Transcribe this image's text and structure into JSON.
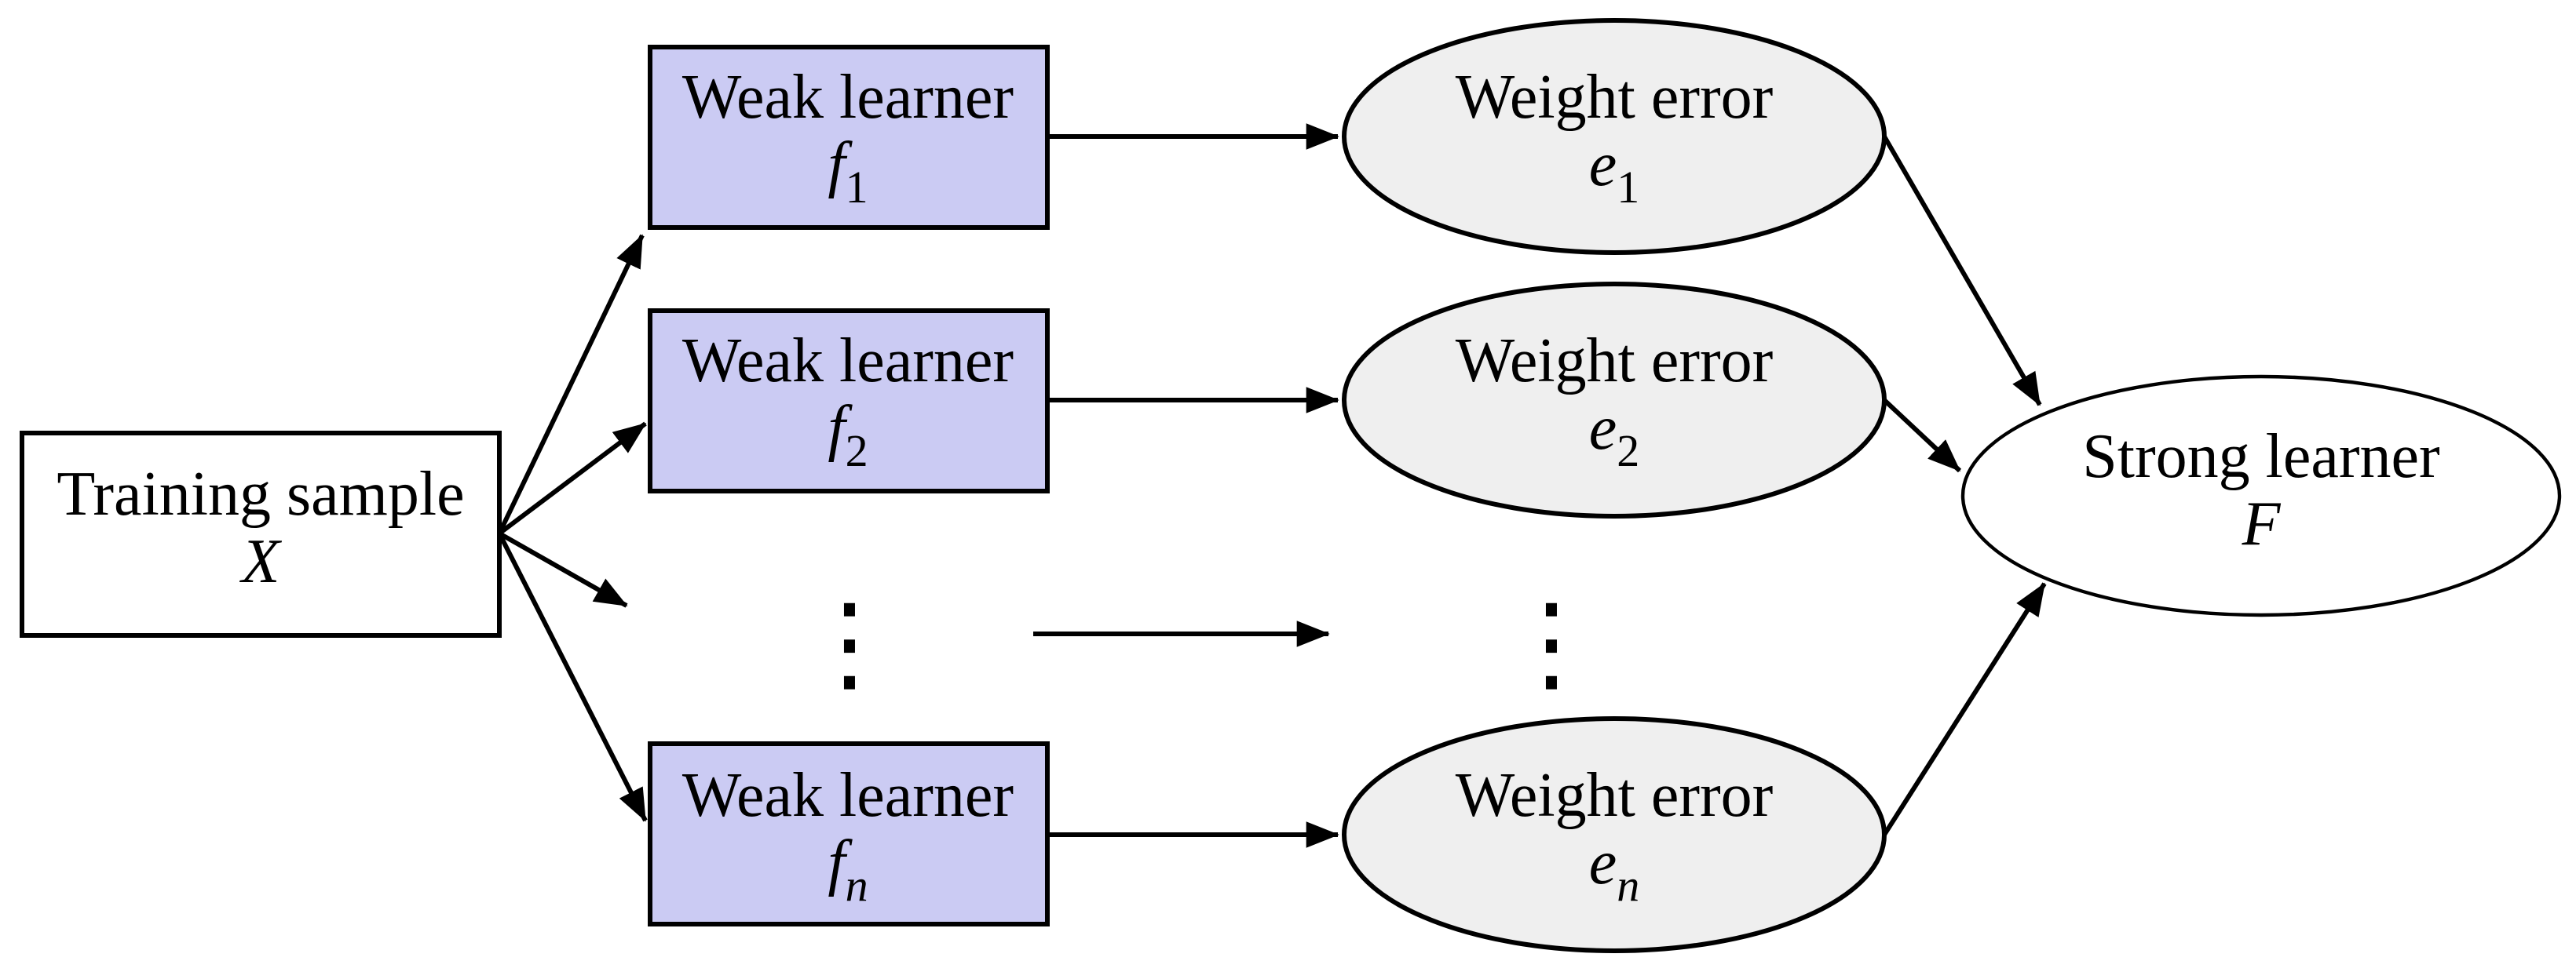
{
  "diagram": {
    "training_sample": {
      "label": "Training sample",
      "symbol": "X"
    },
    "weak_learners": [
      {
        "label": "Weak learner",
        "symbol": "f",
        "sub": "1"
      },
      {
        "label": "Weak learner",
        "symbol": "f",
        "sub": "2"
      },
      {
        "label": "Weak learner",
        "symbol": "f",
        "sub": "n"
      }
    ],
    "weight_errors": [
      {
        "label": "Weight error",
        "symbol": "e",
        "sub": "1"
      },
      {
        "label": "Weight error",
        "symbol": "e",
        "sub": "2"
      },
      {
        "label": "Weight error",
        "symbol": "e",
        "sub": "n"
      }
    ],
    "strong_learner": {
      "label": "Strong learner",
      "symbol": "F"
    },
    "ellipsis": "⋮",
    "colors": {
      "weak_learner_fill": "#cbcbf3",
      "weight_error_fill": "#efefef",
      "strong_learner_fill": "#ffffff",
      "training_fill": "#ffffff",
      "line": "#000000"
    }
  }
}
